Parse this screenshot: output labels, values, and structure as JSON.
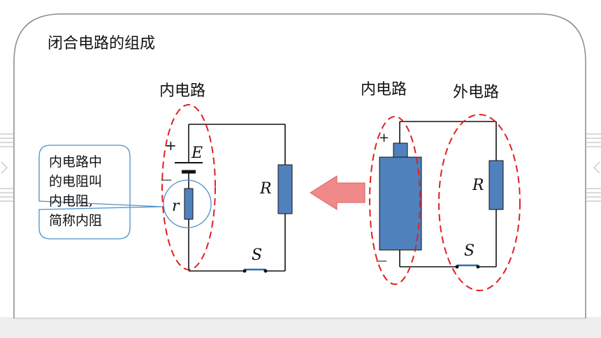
{
  "slide": {
    "title": "闭合电路的组成"
  },
  "left_circuit": {
    "heading": "内电路",
    "emf_label": "E",
    "internal_resistance_label": "r",
    "resistor_label": "R",
    "switch_label": "S",
    "plus": "+",
    "minus": "—"
  },
  "callout": {
    "lines": [
      "内电路中",
      "的电阻叫",
      "内电阻,",
      "简称内阻"
    ]
  },
  "right_circuit": {
    "inner_heading": "内电路",
    "outer_heading": "外电路",
    "resistor_label": "R",
    "switch_label": "S",
    "plus": "+",
    "minus": "—"
  },
  "colors": {
    "component_fill": "#4f81bd",
    "dashed_outline": "#e02020",
    "arrow_fill": "#f08a8a",
    "callout_border": "#4a90c8",
    "wire": "#111111"
  }
}
